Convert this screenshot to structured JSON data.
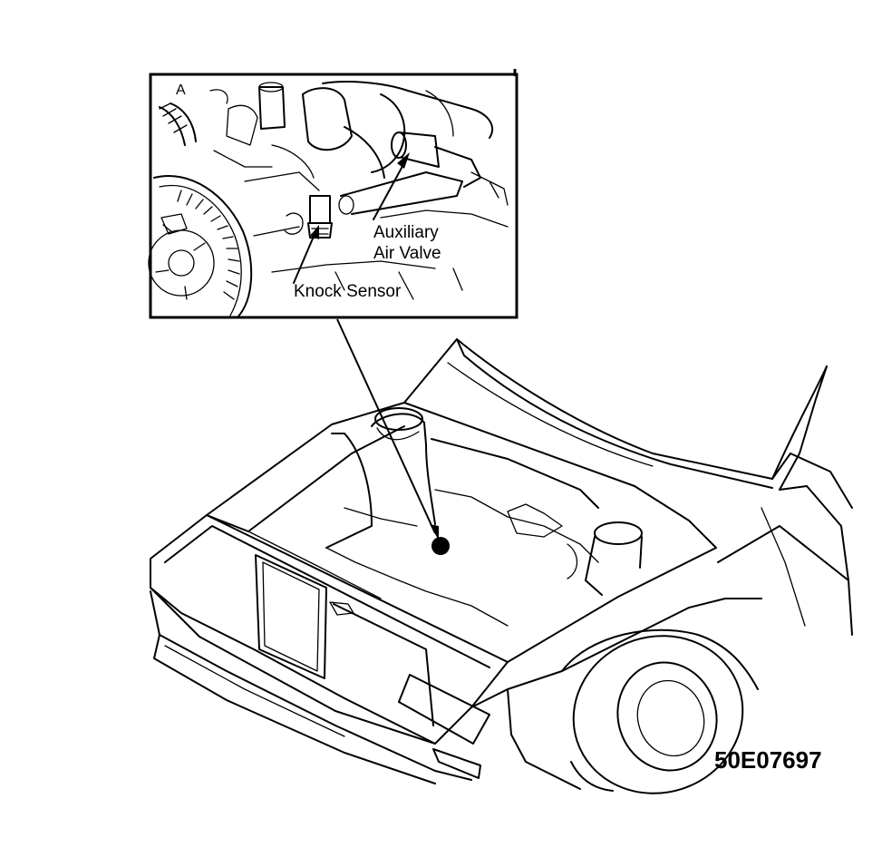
{
  "inset": {
    "view_letter": "A",
    "labels": {
      "auxiliary_air_valve_line1": "Auxiliary",
      "auxiliary_air_valve_line2": "Air Valve",
      "knock_sensor": "Knock Sensor"
    }
  },
  "figure_code": "50E07697",
  "colors": {
    "ink": "#000000",
    "paper": "#ffffff"
  }
}
